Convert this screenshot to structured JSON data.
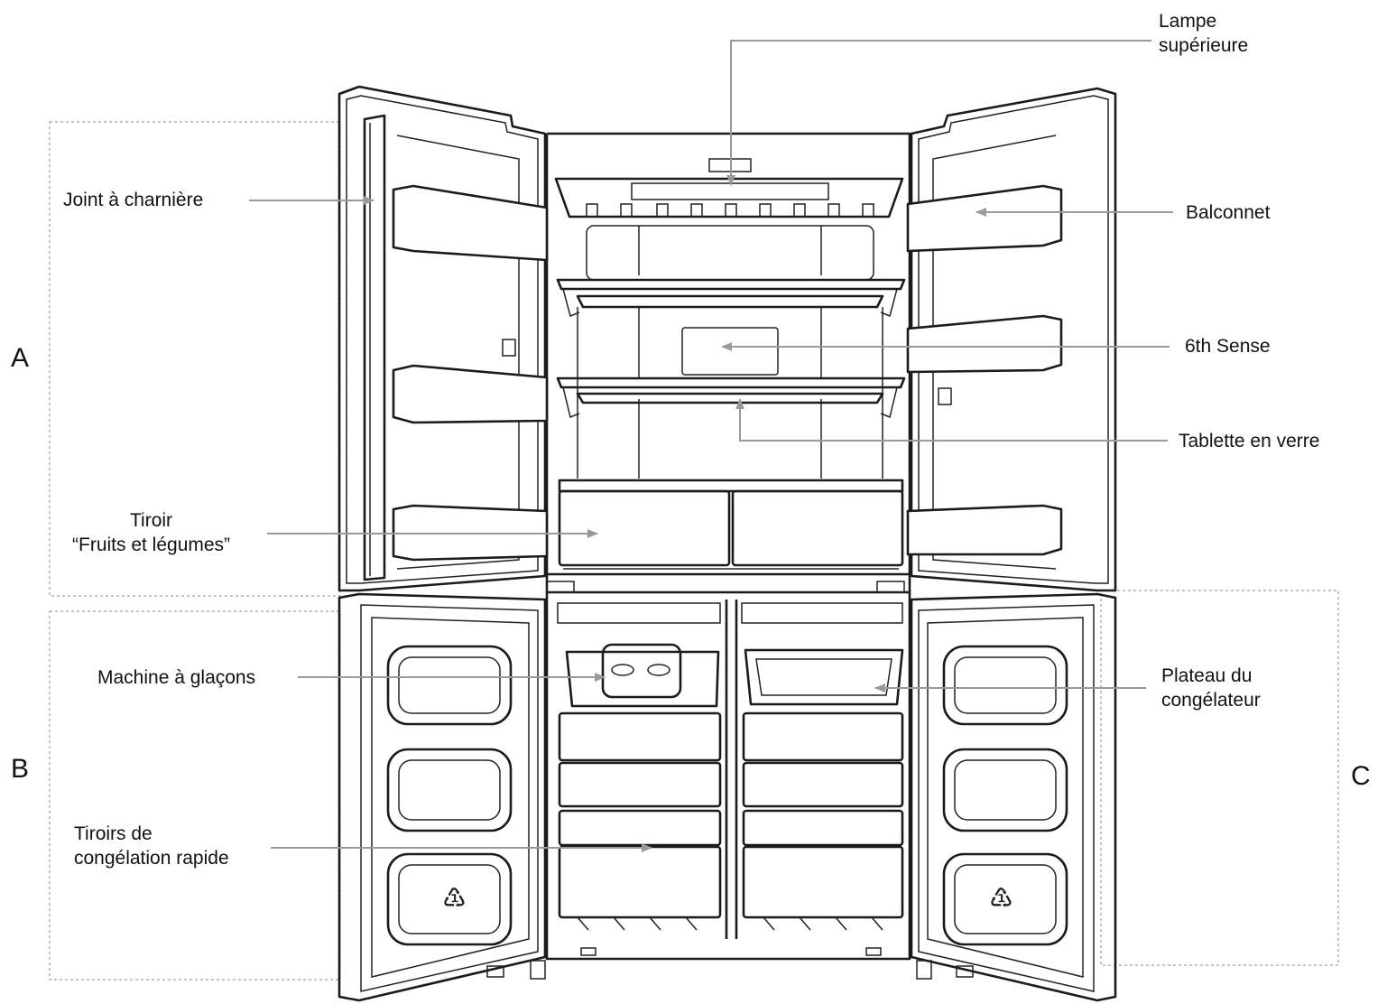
{
  "sections": {
    "a": "A",
    "b": "B",
    "c": "C"
  },
  "labels": {
    "top_lamp": [
      "Lampe",
      "supérieure"
    ],
    "hinge_seal": "Joint à charnière",
    "door_balcony": "Balconnet",
    "sixth_sense": "6th Sense",
    "glass_shelf": "Tablette en verre",
    "crisper": [
      "Tiroir",
      "“Fruits et légumes”"
    ],
    "ice_maker": "Machine à glaçons",
    "freezer_tray": [
      "Plateau du",
      "congélateur"
    ],
    "fast_freeze": [
      "Tiroirs de",
      "congélation rapide"
    ]
  },
  "icons": {
    "recycle_left": "recycle-icon",
    "recycle_right": "recycle-icon"
  },
  "colors": {
    "line": "#1b1b1b",
    "leader": "#9a9a9a",
    "frame": "#8a8a8a"
  }
}
